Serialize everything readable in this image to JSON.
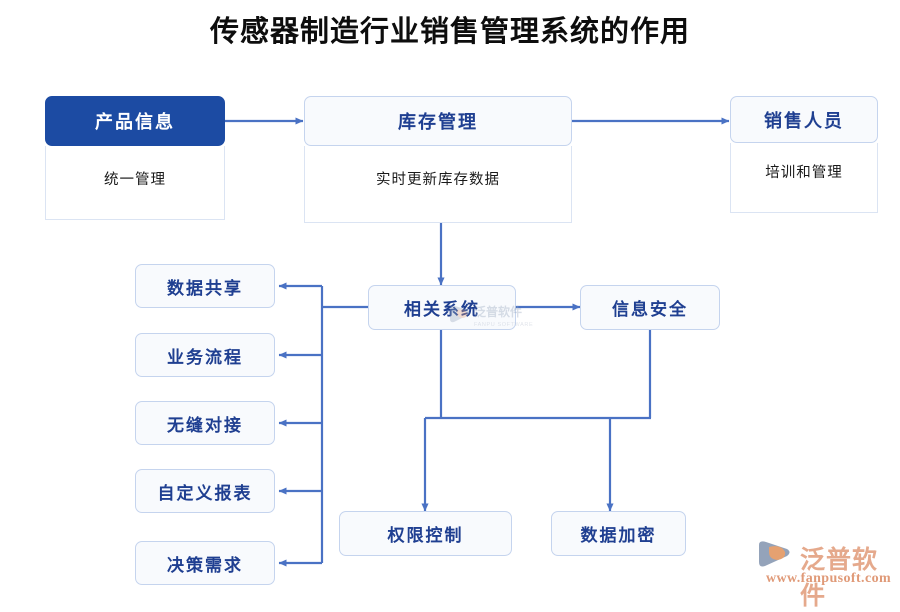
{
  "page": {
    "title": "传感器制造行业销售管理系统的作用",
    "background": "#ffffff"
  },
  "colors": {
    "accent_fill": "#1c4ba3",
    "accent_text": "#1f3f91",
    "box_border": "#c5d4ee",
    "box_bg": "#f8fafd",
    "body_border": "#dbe4f3",
    "connector": "#4a72c4",
    "brand_orange": "#e5a98c"
  },
  "top_cards": [
    {
      "id": "product-info",
      "header": "产品信息",
      "body": "统一管理",
      "style": "filled"
    },
    {
      "id": "inventory-management",
      "header": "库存管理",
      "body": "实时更新库存数据",
      "style": "plain"
    },
    {
      "id": "sales-staff",
      "header": "销售人员",
      "body": "培训和管理",
      "style": "plain"
    }
  ],
  "mid_nodes": [
    {
      "id": "related-system",
      "label": "相关系统"
    },
    {
      "id": "information-security",
      "label": "信息安全"
    }
  ],
  "left_branches": [
    {
      "id": "data-sharing",
      "label": "数据共享"
    },
    {
      "id": "business-process",
      "label": "业务流程"
    },
    {
      "id": "seamless-docking",
      "label": "无缝对接"
    },
    {
      "id": "custom-report",
      "label": "自定义报表"
    },
    {
      "id": "decision-demand",
      "label": "决策需求"
    }
  ],
  "bottom_nodes": [
    {
      "id": "permission-control",
      "label": "权限控制"
    },
    {
      "id": "data-encryption",
      "label": "数据加密"
    }
  ],
  "watermark": {
    "text": "泛普软件",
    "subtext": "FANPU SOFTWARE"
  },
  "brand": {
    "name": "泛普软件",
    "url": "www.fanpusoft.com"
  }
}
